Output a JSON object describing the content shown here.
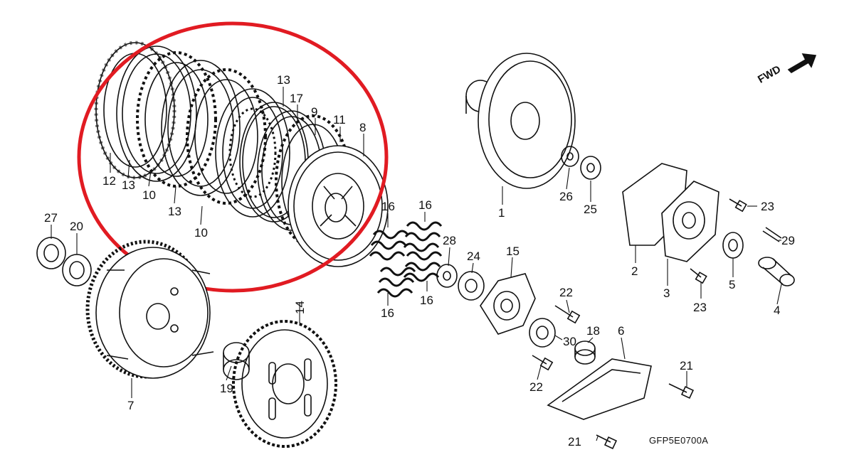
{
  "diagram": {
    "drawing_code": "GFP5E0700A",
    "direction_label": "FWD",
    "highlight_color": "#e11b22",
    "callouts": [
      {
        "id": "c12",
        "text": "12"
      },
      {
        "id": "c13a",
        "text": "13"
      },
      {
        "id": "c10a",
        "text": "10"
      },
      {
        "id": "c13b",
        "text": "13"
      },
      {
        "id": "c10b",
        "text": "10"
      },
      {
        "id": "c13c",
        "text": "13"
      },
      {
        "id": "c17",
        "text": "17"
      },
      {
        "id": "c9",
        "text": "9"
      },
      {
        "id": "c11",
        "text": "11"
      },
      {
        "id": "c8",
        "text": "8"
      },
      {
        "id": "c27",
        "text": "27"
      },
      {
        "id": "c20",
        "text": "20"
      },
      {
        "id": "c7",
        "text": "7"
      },
      {
        "id": "c19",
        "text": "19"
      },
      {
        "id": "c14",
        "text": "14"
      },
      {
        "id": "c16a",
        "text": "16"
      },
      {
        "id": "c16b",
        "text": "16"
      },
      {
        "id": "c16c",
        "text": "16"
      },
      {
        "id": "c16d",
        "text": "16"
      },
      {
        "id": "c28",
        "text": "28"
      },
      {
        "id": "c24",
        "text": "24"
      },
      {
        "id": "c15",
        "text": "15"
      },
      {
        "id": "c22a",
        "text": "22"
      },
      {
        "id": "c30",
        "text": "30"
      },
      {
        "id": "c22b",
        "text": "22"
      },
      {
        "id": "c18",
        "text": "18"
      },
      {
        "id": "c6",
        "text": "6"
      },
      {
        "id": "c21a",
        "text": "21"
      },
      {
        "id": "c21b",
        "text": "21"
      },
      {
        "id": "c1",
        "text": "1"
      },
      {
        "id": "c26",
        "text": "26"
      },
      {
        "id": "c25",
        "text": "25"
      },
      {
        "id": "c2",
        "text": "2"
      },
      {
        "id": "c3",
        "text": "3"
      },
      {
        "id": "c23a",
        "text": "23"
      },
      {
        "id": "c23b",
        "text": "23"
      },
      {
        "id": "c5",
        "text": "5"
      },
      {
        "id": "c29",
        "text": "29"
      },
      {
        "id": "c4",
        "text": "4"
      }
    ]
  }
}
